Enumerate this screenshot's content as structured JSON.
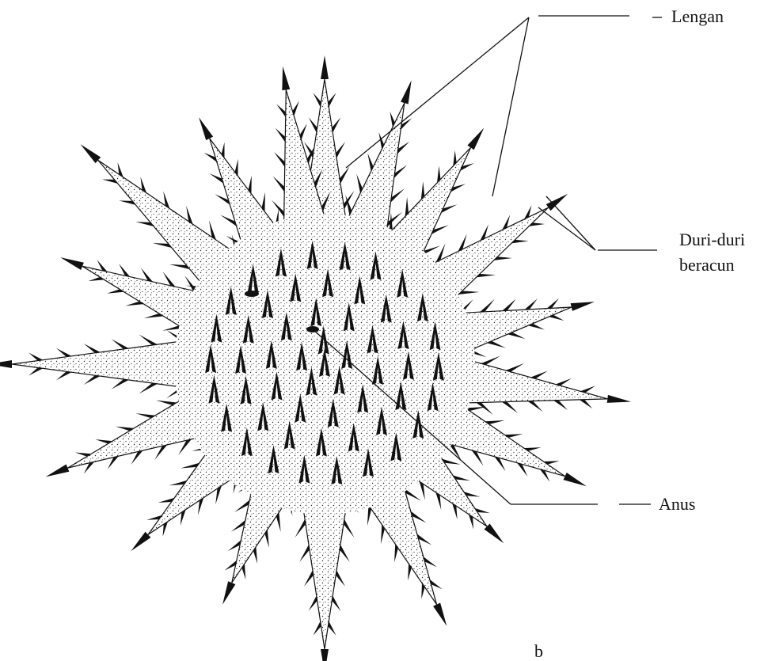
{
  "labels": {
    "lengan": "Lengan",
    "duri_line1": "Duri-duri",
    "duri_line2": "beracun",
    "anus": "Anus",
    "figure_mark": "b"
  },
  "colors": {
    "ink": "#111111",
    "stipple": "#222222",
    "background": "#ffffff"
  },
  "icons": {
    "starfish": "crown-of-thorns-starfish-illustration"
  }
}
